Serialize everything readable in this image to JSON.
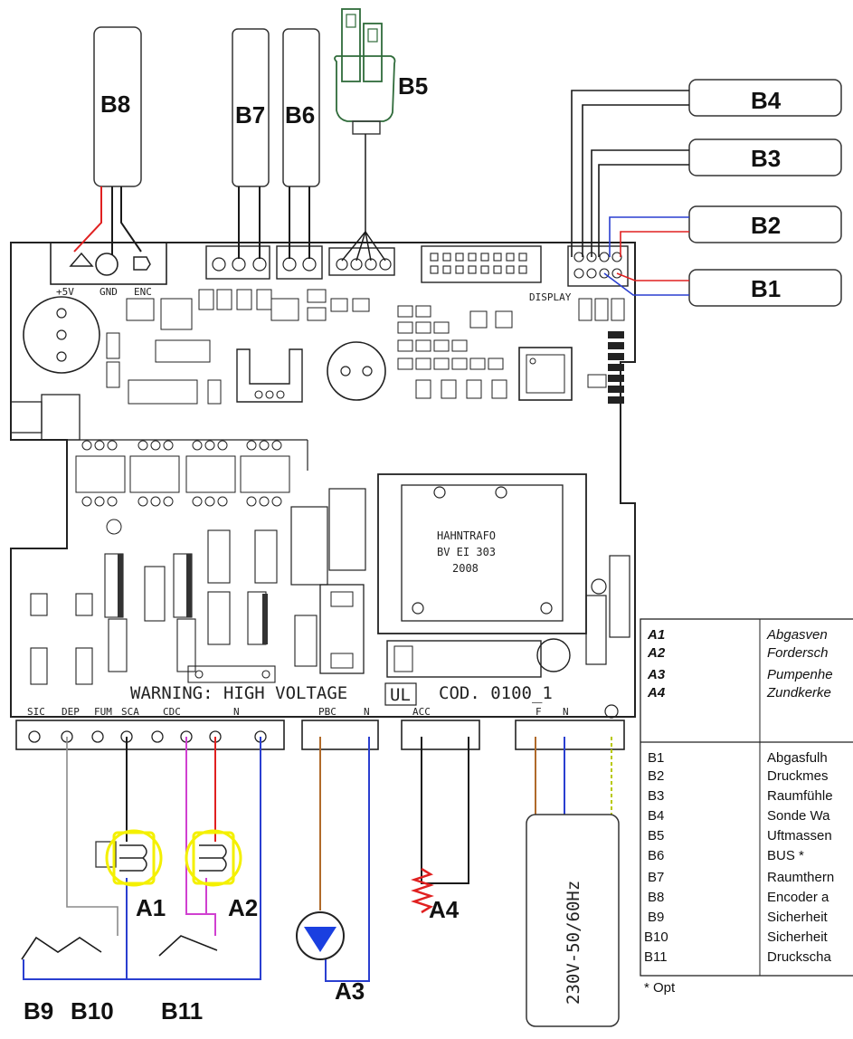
{
  "sensors_top": {
    "b8": "B8",
    "b7": "B7",
    "b6": "B6",
    "b5": "B5"
  },
  "sensors_right": {
    "b4": "B4",
    "b3": "B3",
    "b2": "B2",
    "b1": "B1"
  },
  "board": {
    "connector_labels": {
      "sic": "SIC",
      "dep": "DEP",
      "fum": "FUM",
      "sca": "SCA",
      "cdc": "CDC",
      "n1": "N",
      "pbc": "PBC",
      "n2": "N",
      "acc": "ACC",
      "f": "F",
      "n3": "N"
    },
    "warning_text": "WARNING: HIGH   VOLTAGE",
    "ul_mark": "UL",
    "code_text": "COD. 0100_1",
    "trafo_line1": "HAHNTRAFO",
    "trafo_line2": "BV EI 303",
    "trafo_line3": "2008",
    "display_label": "DISPLAY",
    "top_connector_labels": {
      "gnd": "GND",
      "enc": "ENC",
      "plus5v": "+5V"
    }
  },
  "actuators": {
    "a1": "A1",
    "a2": "A2",
    "a3": "A3",
    "a4": "A4"
  },
  "switches": {
    "b9": "B9",
    "b10": "B10",
    "b11": "B11"
  },
  "power_supply_label": "230V-50/60Hz",
  "legend": {
    "actuators": [
      {
        "code": "A1",
        "text": "Abgasven"
      },
      {
        "code": "A2",
        "text": "Fordersch"
      },
      {
        "code": "A3",
        "text": "Pumpenhe"
      },
      {
        "code": "A4",
        "text": "Zundkerke"
      }
    ],
    "sensors": [
      {
        "code": "B1",
        "text": "Abgasfulh"
      },
      {
        "code": "B2",
        "text": "Druckmes"
      },
      {
        "code": "B3",
        "text": "Raumfühle"
      },
      {
        "code": "B4",
        "text": "Sonde Wa"
      },
      {
        "code": "B5",
        "text": "Uftmassen"
      },
      {
        "code": "B6",
        "text": "BUS *"
      },
      {
        "code": "B7",
        "text": "Raumthern"
      },
      {
        "code": "B8",
        "text": "Encoder a"
      },
      {
        "code": "B9",
        "text": "Sicherheit"
      },
      {
        "code": "B10",
        "text": "Sicherheit"
      },
      {
        "code": "B11",
        "text": "Druckscha"
      }
    ],
    "footnote": "* Opt"
  },
  "colors": {
    "wire_black": "#1a1a1a",
    "wire_red": "#e02020",
    "wire_blue": "#2a3fd0",
    "wire_magenta": "#d040d0",
    "wire_brown": "#b06a2a",
    "wire_gray": "#8a8a8a",
    "wire_yellow_green": "#b8c800",
    "solenoid_yellow": "#f4f000",
    "pump_blue": "#1a3fe0",
    "b5_green": "#2f6b3a"
  }
}
